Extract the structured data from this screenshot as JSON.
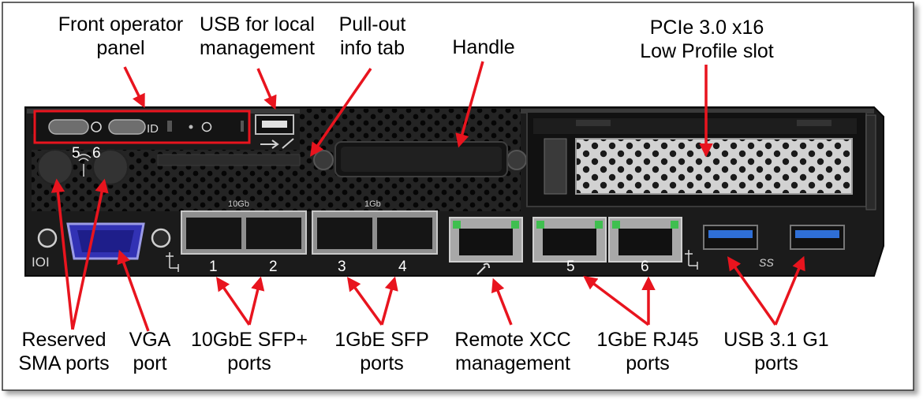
{
  "callouts": {
    "front_panel": [
      "Front operator",
      "panel"
    ],
    "usb_local": [
      "USB for local",
      "management"
    ],
    "info_tab": [
      "Pull-out",
      "info tab"
    ],
    "handle": [
      "Handle"
    ],
    "pcie": [
      "PCIe 3.0 x16",
      "Low Profile slot"
    ],
    "sma": [
      "Reserved",
      "SMA ports"
    ],
    "vga": [
      "VGA",
      "port"
    ],
    "sfp10": [
      "10GbE SFP+",
      "ports"
    ],
    "sfp1": [
      "1GbE SFP",
      "ports"
    ],
    "xcc": [
      "Remote XCC",
      "management"
    ],
    "rj45": [
      "1GbE RJ45",
      "ports"
    ],
    "usb31": [
      "USB 3.1 G1",
      "ports"
    ]
  },
  "chassis": {
    "antenna_numbers": [
      "5",
      "6"
    ],
    "sfp10_group_label": "10Gb",
    "sfp1_group_label": "1Gb",
    "id_label": "ID",
    "port_numbers": [
      "1",
      "2",
      "3",
      "4",
      "5",
      "6"
    ],
    "serial_label": "IOI",
    "usb_logo": "SS"
  },
  "colors": {
    "callout": "#e8141e",
    "chassis": "#1b1b1b",
    "bezel": "#2b2b2b",
    "vga": "#3232b4"
  }
}
